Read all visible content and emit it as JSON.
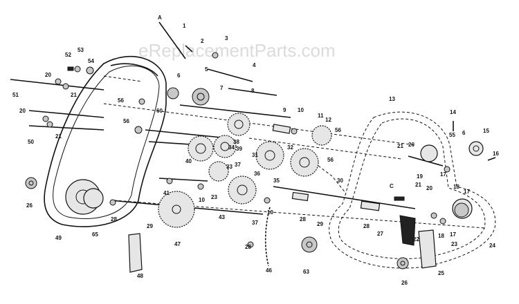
{
  "watermark": "eReplacementParts.com",
  "callouts": {
    "A": "A",
    "C": "C",
    "p1": "1",
    "p2": "2",
    "p3": "3",
    "p4": "4",
    "p5": "5",
    "p6": "6",
    "p7": "7",
    "p8": "8",
    "p9": "9",
    "p10": "10",
    "p11": "11",
    "p12": "12",
    "p13": "13",
    "p14": "14",
    "p15": "15",
    "p16": "16",
    "p17": "17",
    "p18": "18",
    "p19": "19",
    "p20": "20",
    "p21": "21",
    "p22": "22",
    "p23": "23",
    "p24": "24",
    "p25": "25",
    "p26": "26",
    "p27": "27",
    "p28": "28",
    "p29": "29",
    "p30": "30",
    "p31": "31",
    "p32": "32",
    "p33": "33",
    "p34": "34",
    "p35": "35",
    "p36": "36",
    "p37": "37",
    "p38": "38",
    "p39": "39",
    "p40": "40",
    "p41": "41",
    "p43": "43",
    "p46": "46",
    "p47": "47",
    "p48": "48",
    "p49": "49",
    "p50": "50",
    "p51": "51",
    "p52": "52",
    "p53": "53",
    "p54": "54",
    "p55": "55",
    "p56": "56",
    "p60": "60",
    "p63": "63",
    "p65": "65"
  }
}
